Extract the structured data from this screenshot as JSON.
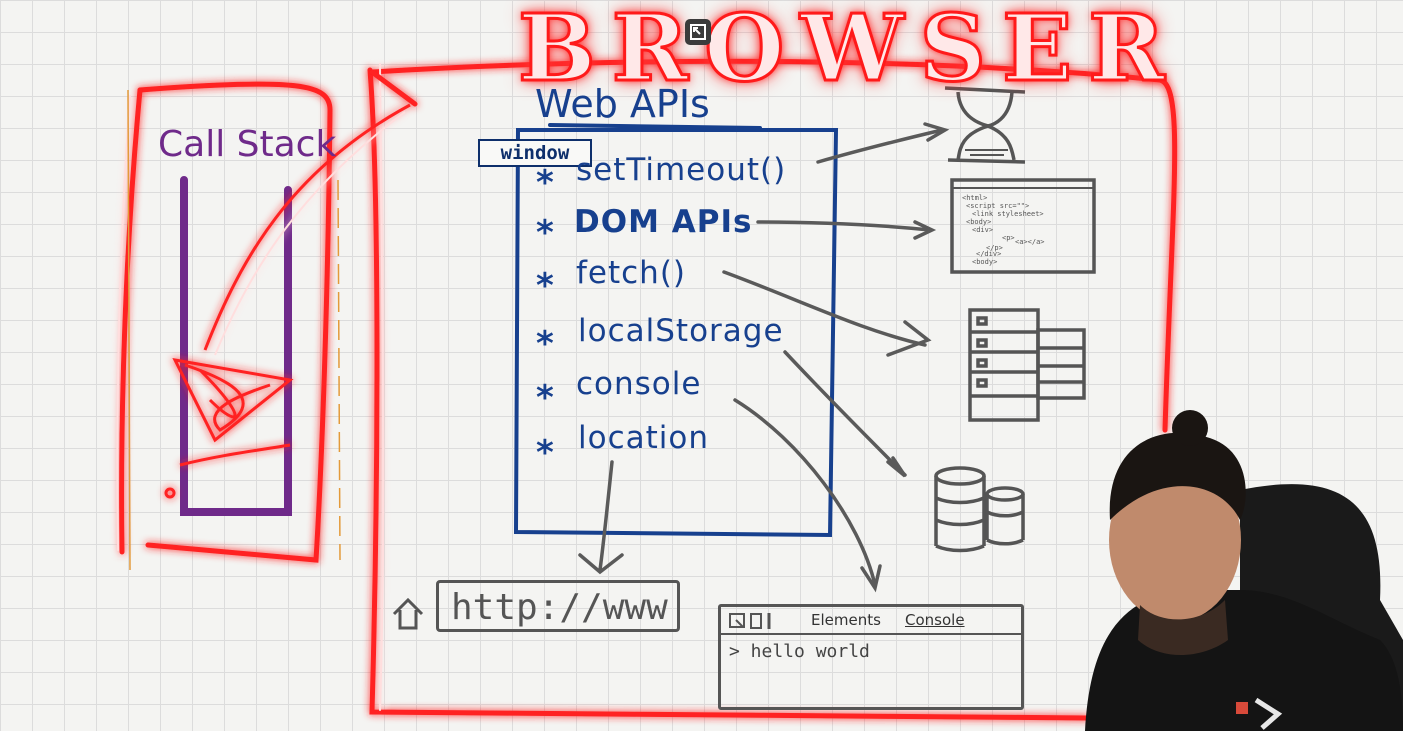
{
  "diagram": {
    "browser_label": "BROWSER",
    "call_stack_label": "Call Stack",
    "web_apis_label": "Web APIs",
    "window_label": "window",
    "api_star": "*",
    "api_items": [
      {
        "label": "setTimeout()",
        "icon": "hourglass-icon"
      },
      {
        "label": "DOM APIs",
        "icon": "html-document-icon"
      },
      {
        "label": "fetch()",
        "icon": "server-rack-icon"
      },
      {
        "label": "localStorage",
        "icon": "database-icon"
      },
      {
        "label": "console",
        "icon": "devtools-console-icon"
      },
      {
        "label": "location",
        "icon": "url-bar-icon"
      }
    ],
    "html_snippet": [
      "<html>",
      "<script src=\"\">",
      "<link stylesheet>",
      "<body>",
      "<div>",
      "<p>",
      "<a></a>",
      "</p>",
      "</div>",
      "<body>"
    ],
    "url_text": "http://www",
    "devtools": {
      "tab_elements": "Elements",
      "tab_console": "Console",
      "console_output": "> hello world"
    }
  },
  "colors": {
    "browser_outline": "#ff1a1a",
    "call_stack": "#6f2a8a",
    "web_apis": "#17408e",
    "sketch_gray": "#555555"
  }
}
